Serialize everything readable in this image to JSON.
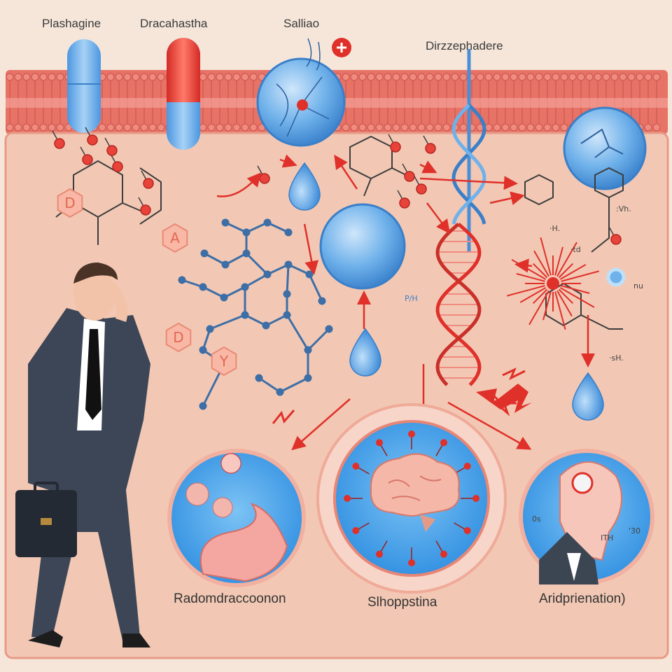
{
  "labels": {
    "top_1": "Plashagine",
    "top_2": "Dracahastha",
    "top_3": "Salliao",
    "top_4": "Dirzzephadere",
    "mid_ph": "P/H",
    "right_1": "·H.",
    "right_2": "·td",
    "right_3": ":Vh.",
    "right_4": "nu",
    "right_5": "·sH.",
    "circle_right_1": "0s",
    "circle_right_2": "ITH",
    "circle_right_3": "'30",
    "bottom_left": "Radomdraccoonon",
    "bottom_center": "Slhoppstina",
    "bottom_right": "Aridprienation)"
  },
  "badges": [
    "D",
    "A",
    "D",
    "Y"
  ],
  "colors": {
    "background": "#f6e6da",
    "membrane": "#e77367",
    "cell_interior": "#f2c8b4",
    "blue": "#6fb1ea",
    "red": "#e0302a",
    "dark_blue": "#3d6ea6"
  },
  "icons": [
    "blue-capsule-icon",
    "red-blue-capsule-icon",
    "plus-icon",
    "dna-helix-icon",
    "brain-icon",
    "water-drop-icon",
    "briefcase-icon"
  ]
}
